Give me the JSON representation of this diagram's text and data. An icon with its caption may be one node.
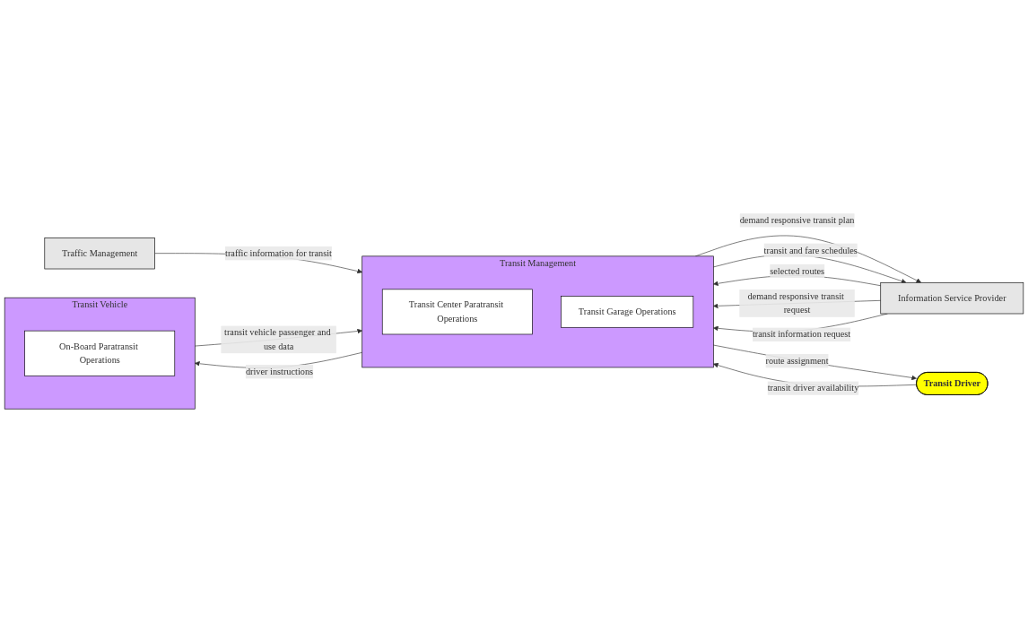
{
  "diagram": {
    "nodes": [
      {
        "text": [
          "Traffic Management"
        ]
      },
      {
        "text": [
          "Information Service Provider"
        ]
      },
      {
        "text": [
          "Transit Management"
        ]
      },
      {
        "text": [
          "Transit Center Paratransit Operations"
        ],
        "in": 2
      },
      {
        "text": [
          "Transit Garage Operations"
        ],
        "in": 2
      },
      {
        "text": [
          "Transit Vehicle"
        ]
      },
      {
        "text": [
          "On-Board Paratransit Operations"
        ],
        "in": 5
      },
      {
        "text": [
          "Transit Driver"
        ]
      }
    ],
    "edges": [
      {
        "from": 0,
        "to": 2,
        "arrow": "to",
        "label": "traffic information for transit"
      },
      {
        "from": 1,
        "to": 2,
        "arrow": "to",
        "label": "selected routes"
      },
      {
        "from": 2,
        "to": 1,
        "arrow": "to",
        "label": "demand responsive transit plan"
      },
      {
        "from": 2,
        "to": 1,
        "arrow": "to",
        "label": "transit and fare schedules"
      },
      {
        "from": 1,
        "to": 2,
        "arrow": "to",
        "label": "demand responsive transit request"
      },
      {
        "from": 1,
        "to": 2,
        "arrow": "to",
        "label": "transit information request"
      },
      {
        "from": 5,
        "to": 2,
        "arrow": "to",
        "label": "transit vehicle passenger and use data"
      },
      {
        "from": 2,
        "to": 5,
        "arrow": "to",
        "label": "driver instructions"
      },
      {
        "from": 7,
        "to": 2,
        "arrow": "to",
        "label": "transit driver availability"
      },
      {
        "from": 2,
        "to": 7,
        "arrow": "to",
        "label": "route assignment"
      }
    ]
  }
}
